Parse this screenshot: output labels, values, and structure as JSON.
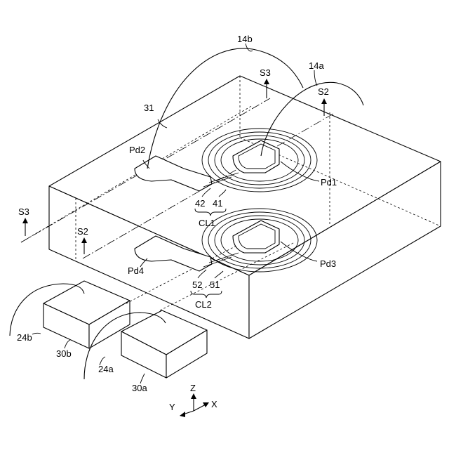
{
  "labels": {
    "wire_14b": "14b",
    "wire_14a": "14a",
    "axis_s3_top": "S3",
    "axis_s2_top": "S2",
    "body_31": "31",
    "pad_pd2": "Pd2",
    "pad_pd1": "Pd1",
    "num_42": "42",
    "num_41": "41",
    "coil_cl1": "CL1",
    "axis_s3_left": "S3",
    "axis_s2_left": "S2",
    "pad_pd4": "Pd4",
    "pad_pd3": "Pd3",
    "num_52": "52",
    "num_51": "51",
    "coil_cl2": "CL2",
    "wire_24b": "24b",
    "lead_30b": "30b",
    "wire_24a": "24a",
    "lead_30a": "30a",
    "coord_z": "Z",
    "coord_y": "Y",
    "coord_x": "X"
  }
}
